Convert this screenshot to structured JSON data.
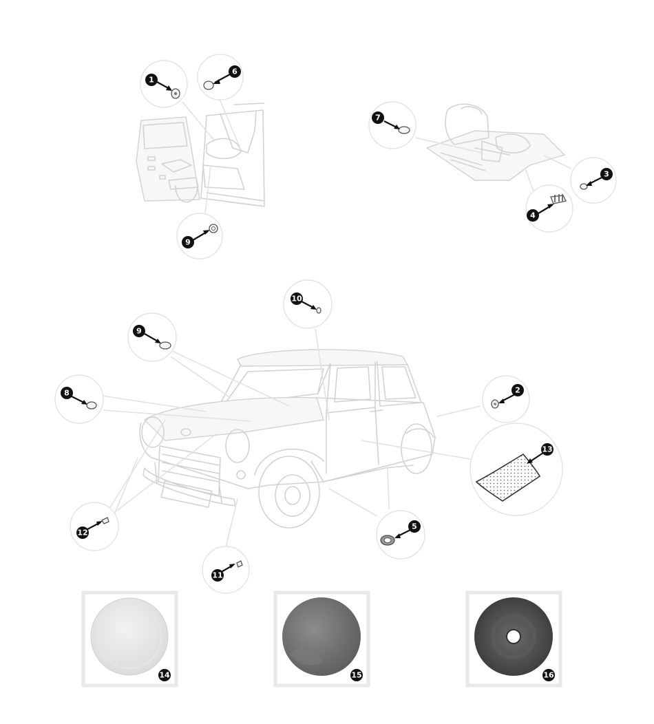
{
  "callouts": [
    {
      "id": "c1",
      "number": "1"
    },
    {
      "id": "c6",
      "number": "6"
    },
    {
      "id": "c9a",
      "number": "9"
    },
    {
      "id": "c7",
      "number": "7"
    },
    {
      "id": "c3",
      "number": "3"
    },
    {
      "id": "c4",
      "number": "4"
    },
    {
      "id": "c10",
      "number": "10"
    },
    {
      "id": "c9b",
      "number": "9"
    },
    {
      "id": "c8",
      "number": "8"
    },
    {
      "id": "c2",
      "number": "2"
    },
    {
      "id": "c13",
      "number": "13"
    },
    {
      "id": "c12",
      "number": "12"
    },
    {
      "id": "c5",
      "number": "5"
    },
    {
      "id": "c11",
      "number": "11"
    }
  ],
  "photos": [
    {
      "number": "14",
      "finish": "light-grey"
    },
    {
      "number": "15",
      "finish": "mid-grey"
    },
    {
      "number": "16",
      "finish": "dark-grey-grommet"
    }
  ]
}
